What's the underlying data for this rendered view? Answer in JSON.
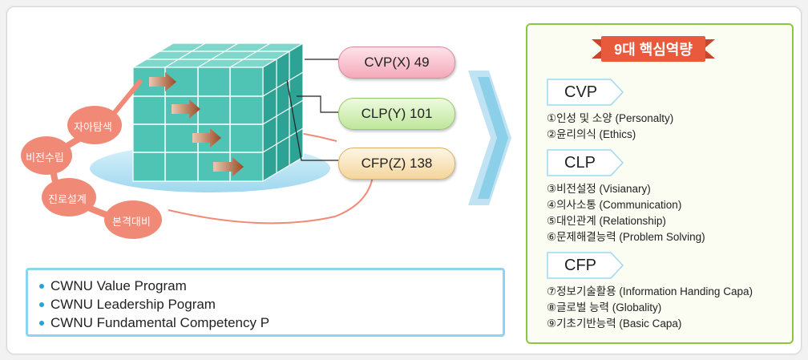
{
  "diagram": {
    "axis_labels": {
      "cvp": "CVP(X) 49",
      "clp": "CLP(Y) 101",
      "cfp": "CFP(Z) 138"
    },
    "bubbles": [
      "자아탐색",
      "비전수립",
      "진로설계",
      "본격대비"
    ],
    "programs": [
      "CWNU Value Program",
      "CWNU Leadership Pogram",
      "CWNU Fundamental Competency P"
    ]
  },
  "panel": {
    "title": "9대 핵심역량",
    "categories": [
      {
        "name": "CVP",
        "items": [
          "①인성 및 소양 (Personalty)",
          "②윤리의식 (Ethics)"
        ]
      },
      {
        "name": "CLP",
        "items": [
          "③비전설정 (Visianary)",
          "④의사소통 (Communication)",
          "⑤대인관계 (Relationship)",
          "⑥문제해결능력 (Problem Solving)"
        ]
      },
      {
        "name": "CFP",
        "items": [
          "⑦정보기술활용 (Information Handing Capa)",
          "⑧글로벌 능력 (Globality)",
          "⑨기초기반능력 (Basic Capa)"
        ]
      }
    ]
  },
  "colors": {
    "accent_green": "#8cc63f",
    "ribbon_red": "#e95a3c",
    "bubble_salmon": "#f08a76",
    "cube_teal": "#4fc3b4"
  }
}
